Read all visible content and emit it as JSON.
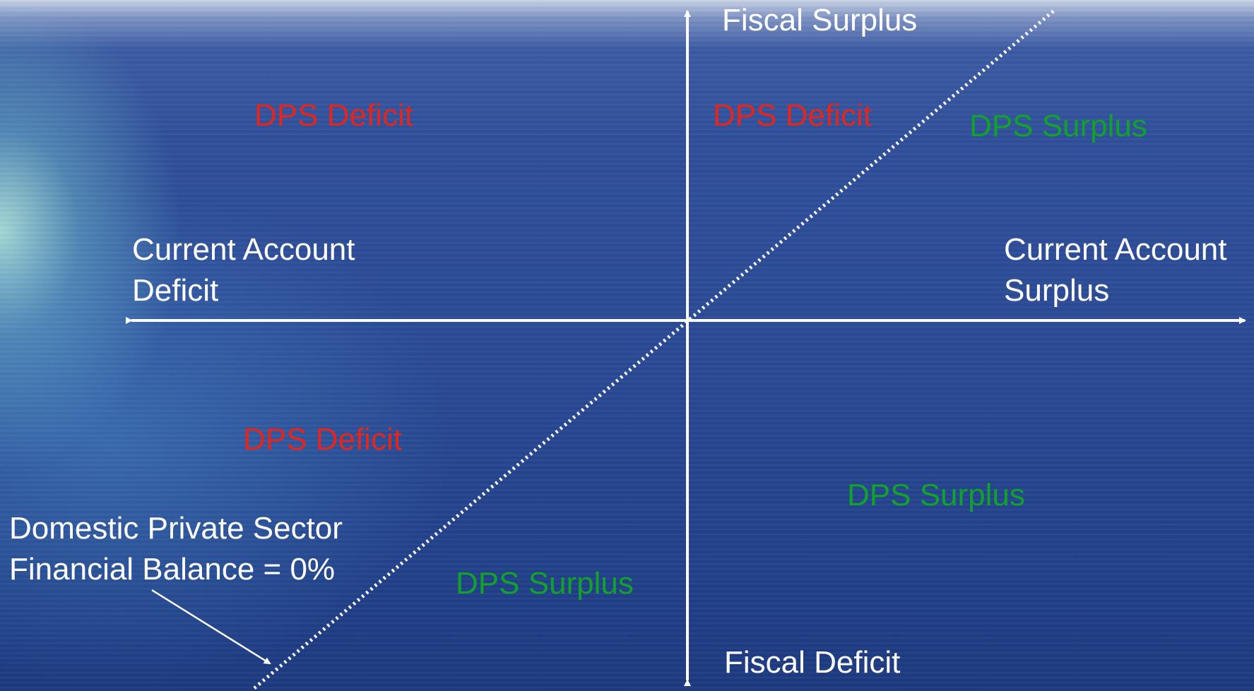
{
  "axes": {
    "top_label": "Fiscal Surplus",
    "bottom_label": "Fiscal Deficit",
    "left_label_line1": "Current Account",
    "left_label_line2": "Deficit",
    "right_label_line1": "Current Account",
    "right_label_line2": "Surplus"
  },
  "regions": {
    "upper_left": "DPS Deficit",
    "upper_middle": "DPS Deficit",
    "upper_right": "DPS Surplus",
    "lower_left": "DPS Deficit",
    "lower_middle": "DPS Surplus",
    "lower_right": "DPS Surplus"
  },
  "balance_line": {
    "label_line1": "Domestic Private Sector",
    "label_line2": "Financial Balance = 0%"
  },
  "colors": {
    "axis": "#ffffff",
    "deficit": "#e3261d",
    "surplus": "#12a12a"
  }
}
